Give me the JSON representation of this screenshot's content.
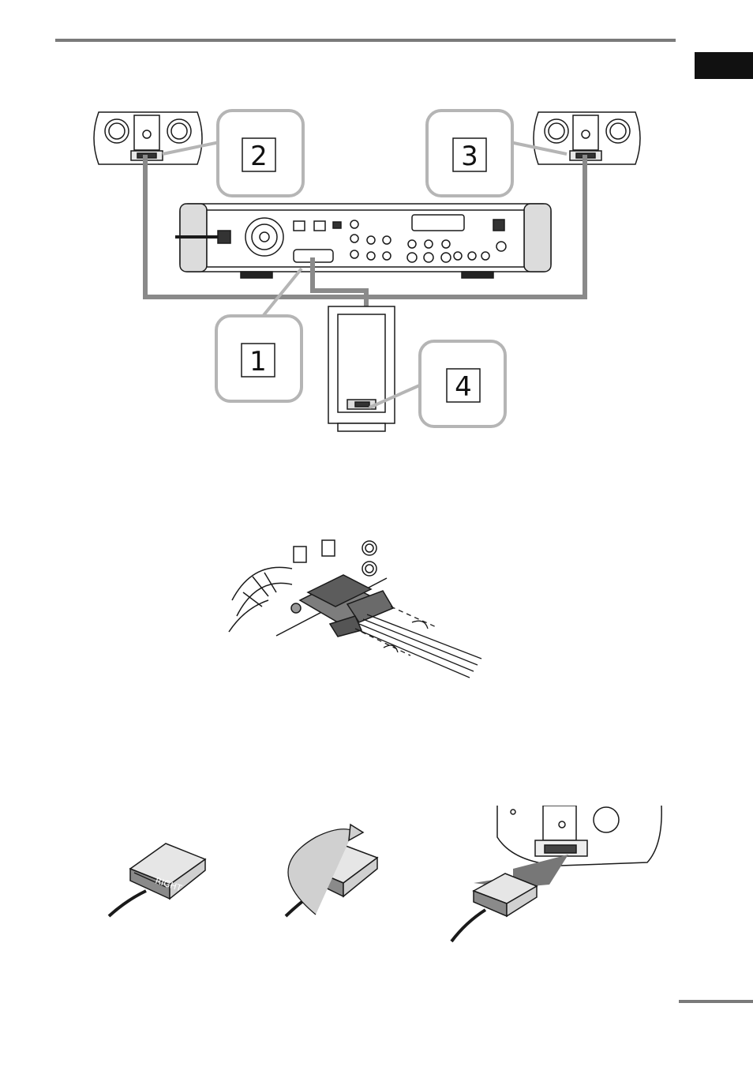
{
  "callouts": [
    {
      "number": "1"
    },
    {
      "number": "2"
    },
    {
      "number": "3"
    },
    {
      "number": "4"
    }
  ],
  "plug_label": "RIGHT",
  "colors": {
    "rule": "#7a7a7a",
    "tab": "#111111",
    "callout_border": "#b5b5b5",
    "cable": "#8a8a8a",
    "line": "#1a1a1a"
  }
}
